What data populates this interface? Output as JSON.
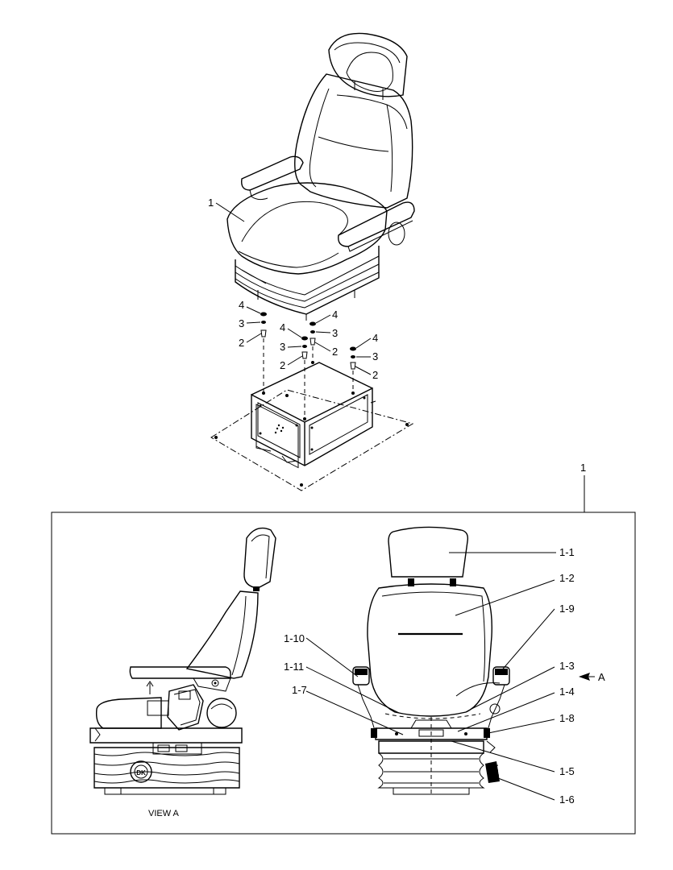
{
  "callouts_top": {
    "seat": "1",
    "left": {
      "n4": "4",
      "n3": "3",
      "n2": "2"
    },
    "inner_left": {
      "n4": "4",
      "n3": "3",
      "n2": "2"
    },
    "inner_right": {
      "n4": "4",
      "n3": "3",
      "n2": "2"
    },
    "right": {
      "n4": "4",
      "n3": "3",
      "n2": "2"
    }
  },
  "detail_ref": "1",
  "detail_labels": {
    "l1_1": "1-1",
    "l1_2": "1-2",
    "l1_9": "1-9",
    "l1_10": "1-10",
    "l1_11": "1-11",
    "l1_3": "1-3",
    "l1_7": "1-7",
    "l1_4": "1-4",
    "l1_8": "1-8",
    "l1_5": "1-5",
    "l1_6": "1-6"
  },
  "view_arrow": "A",
  "view_caption": "VIEW A",
  "knob_text": "DK"
}
